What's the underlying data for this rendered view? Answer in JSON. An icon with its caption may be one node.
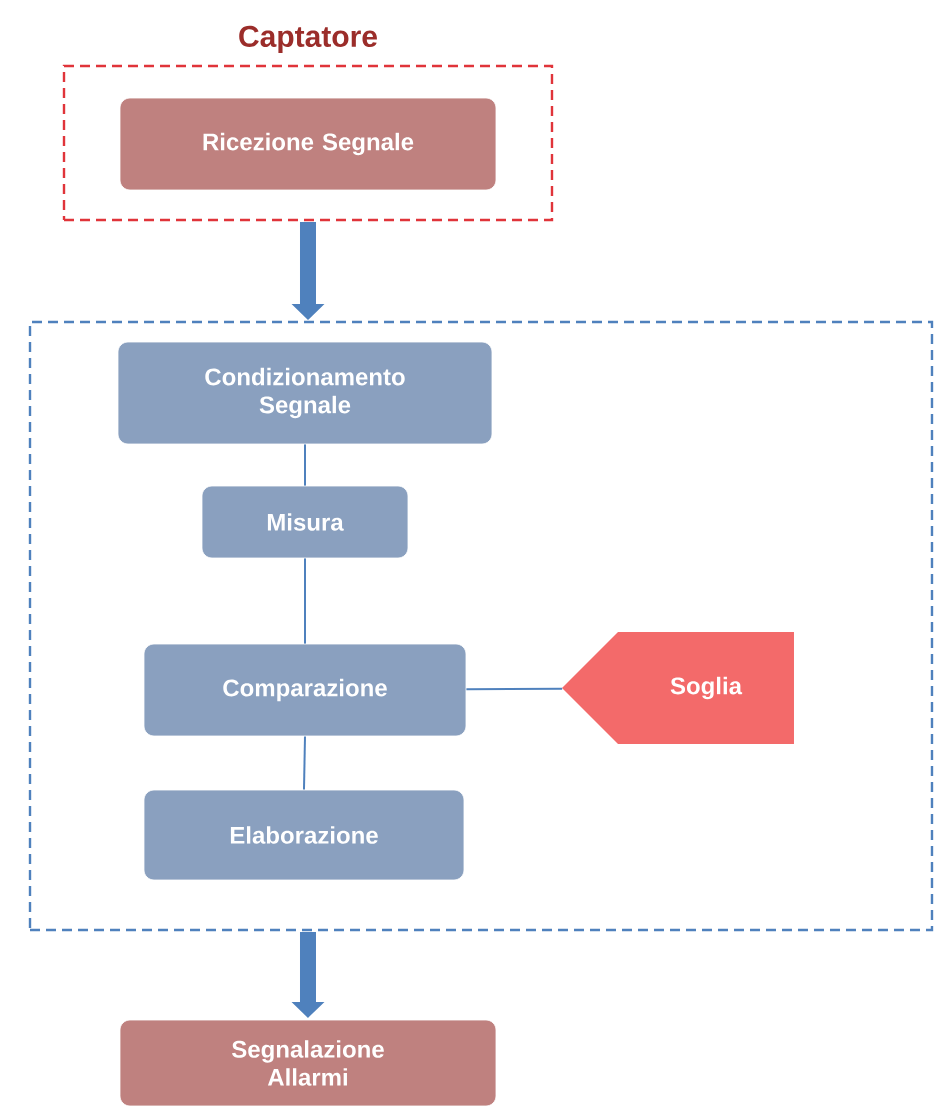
{
  "diagram": {
    "nodes": [
      {
        "text": [
          "Captatore"
        ]
      },
      {
        "text": [
          "Ricezione Segnale"
        ],
        "in": 0
      },
      {
        "text": [],
        "shape": "box"
      },
      {
        "text": [
          "Condizionamento Segnale"
        ],
        "in": 2
      },
      {
        "text": [
          "Misura"
        ],
        "in": 2
      },
      {
        "text": [
          "Comparazione"
        ],
        "in": 2
      },
      {
        "text": [
          "Elaborazione"
        ],
        "in": 2
      },
      {
        "text": [
          "Soglia"
        ],
        "in": 2
      },
      {
        "text": [
          "Segnalazione Allarmi"
        ]
      }
    ],
    "edges": [
      {
        "from": 0,
        "to": 2,
        "arrow": "to",
        "style": "thick"
      },
      {
        "from": 3,
        "to": 4,
        "arrow": "none"
      },
      {
        "from": 4,
        "to": 5,
        "arrow": "none"
      },
      {
        "from": 5,
        "to": 6,
        "arrow": "none"
      },
      {
        "from": 7,
        "to": 5,
        "arrow": "none"
      },
      {
        "from": 2,
        "to": 8,
        "arrow": "to",
        "style": "thick"
      }
    ]
  }
}
